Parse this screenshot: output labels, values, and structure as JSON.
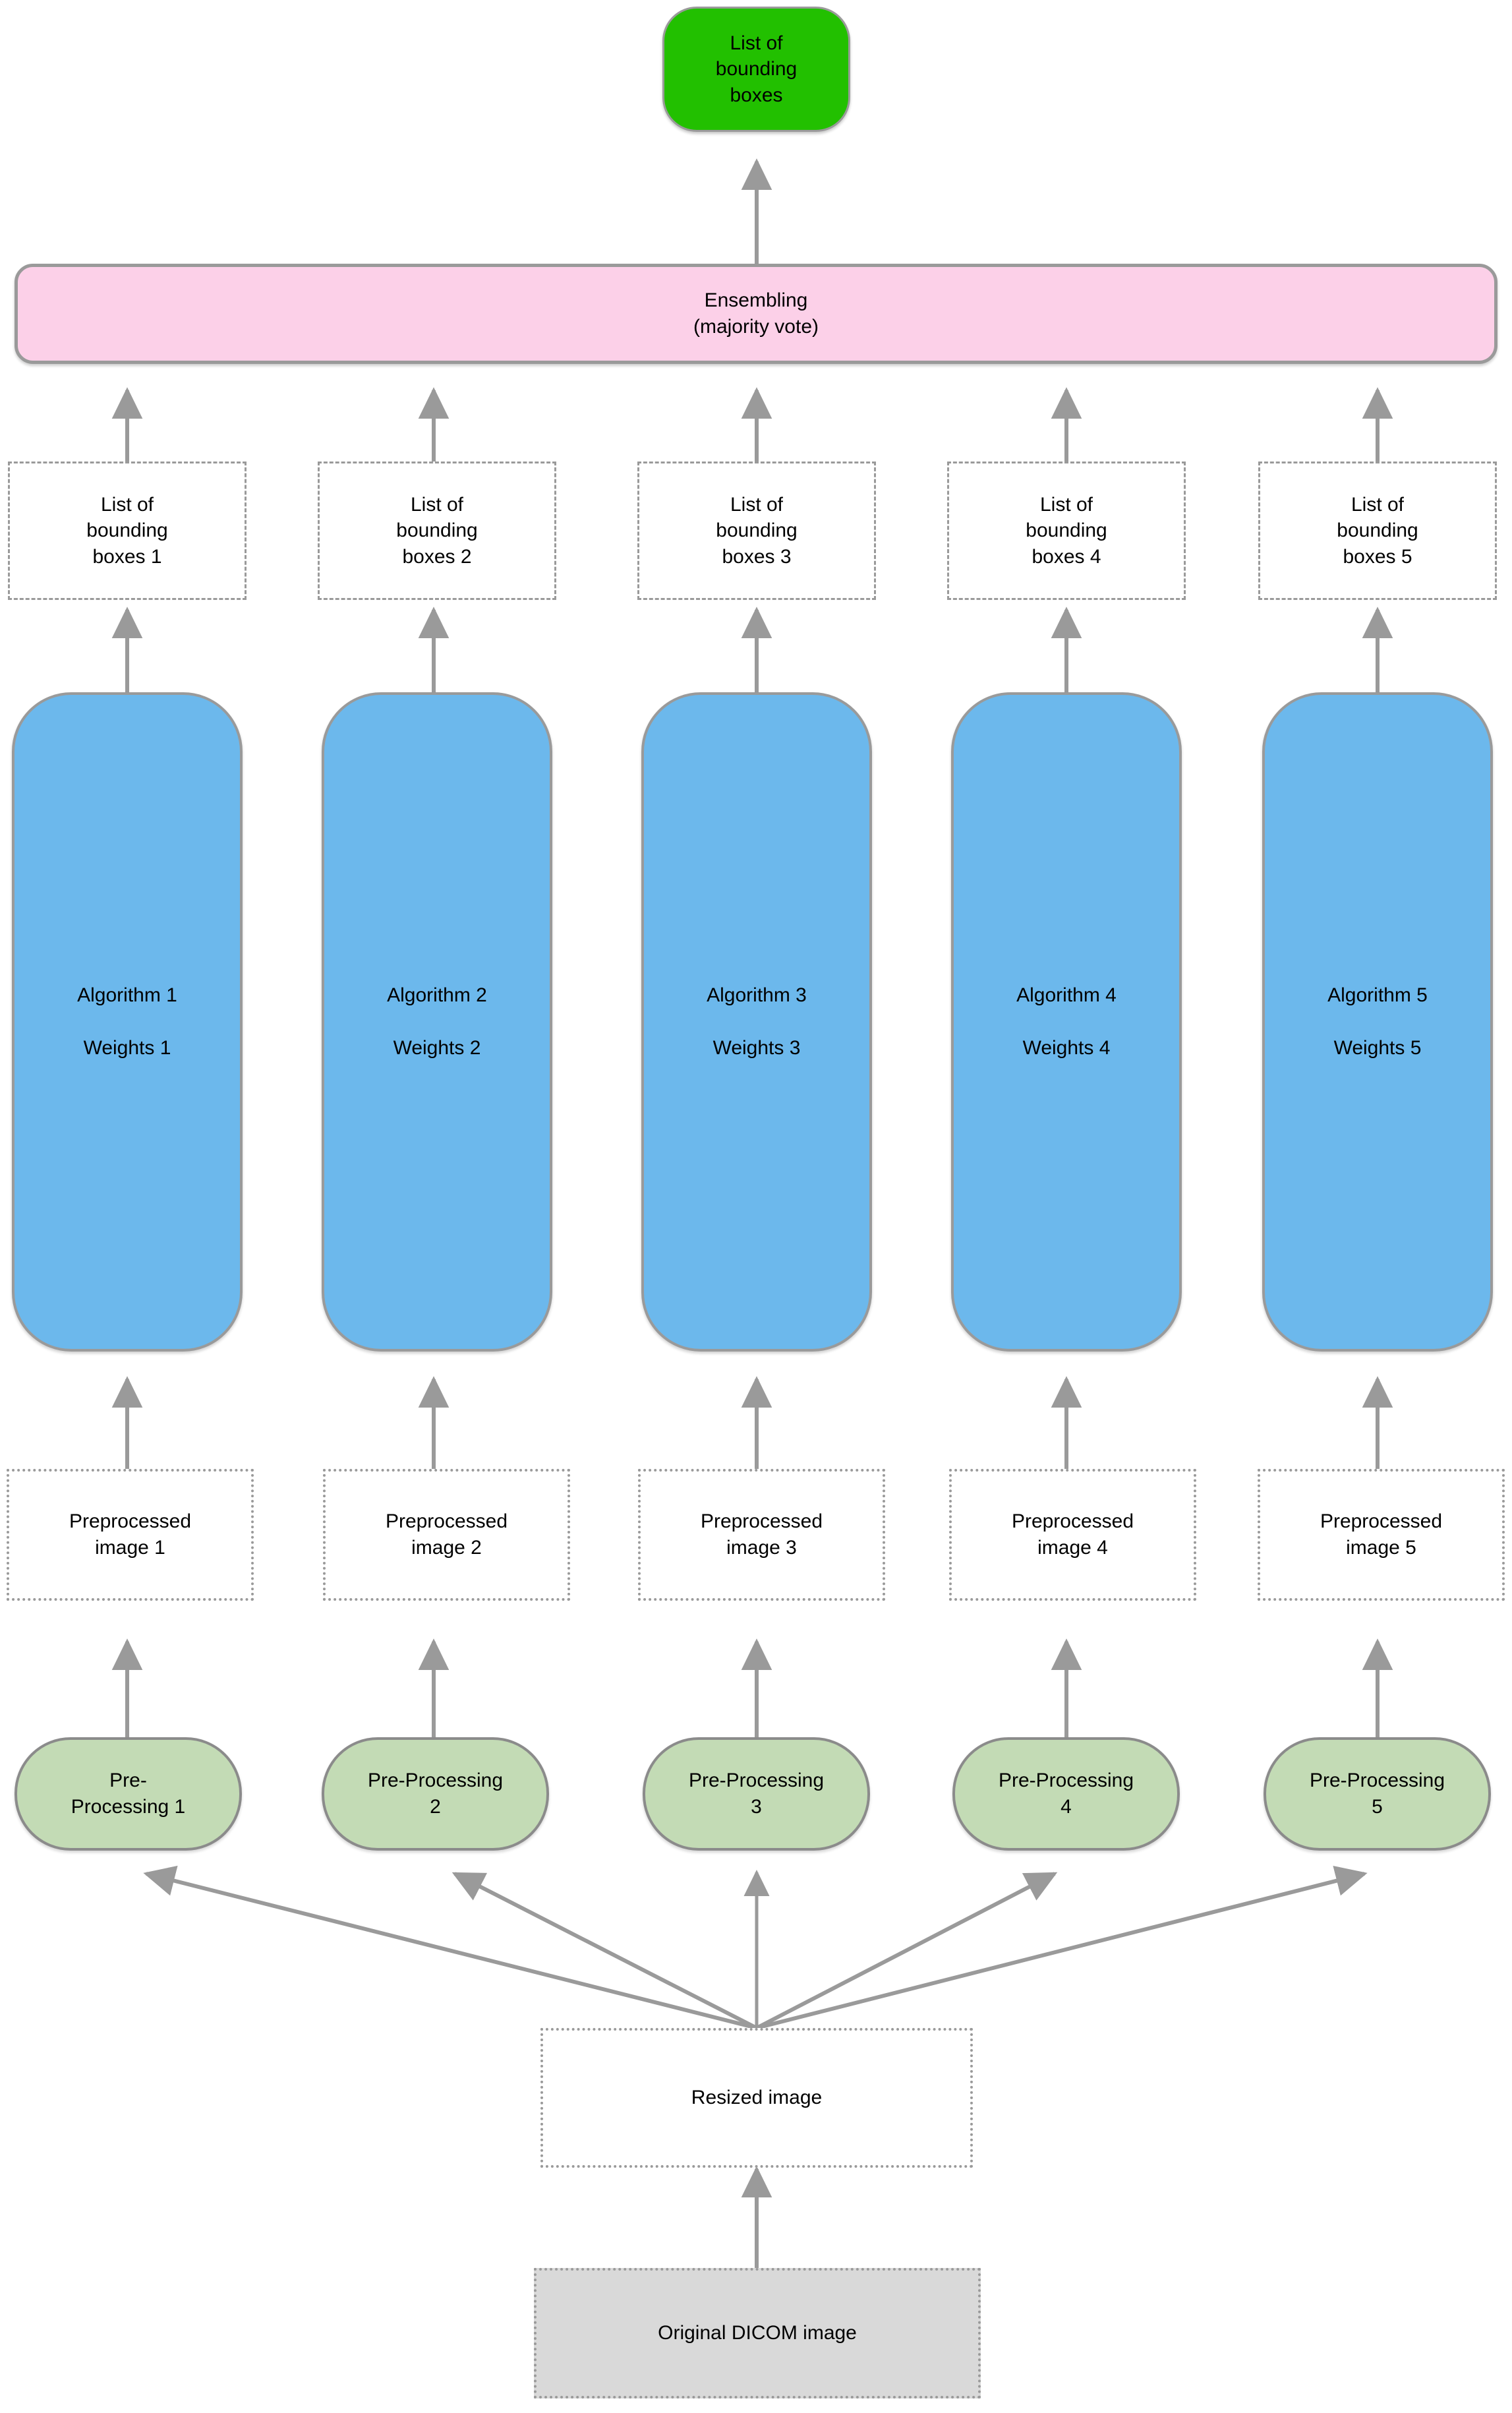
{
  "diagram": {
    "title": "Ensemble object detection pipeline for DICOM images",
    "colors": {
      "green_terminal": "#22c000",
      "pink_ensembling": "#fcd0e8",
      "blue_algorithm": "#6cb8ec",
      "green_preprocessing": "#c3dbb5",
      "gray_source": "#d9d9d9",
      "stroke": "#9a9a9a",
      "text": "#000000"
    },
    "output_node": {
      "label_line1": "List of",
      "label_line2": "bounding",
      "label_line3": "boxes"
    },
    "ensembling_node": {
      "label_line1": "Ensembling",
      "label_line2": "(majority vote)"
    },
    "bounding_box_lists": [
      {
        "line1": "List of",
        "line2": "bounding",
        "line3": "boxes 1"
      },
      {
        "line1": "List of",
        "line2": "bounding",
        "line3": "boxes 2"
      },
      {
        "line1": "List of",
        "line2": "bounding",
        "line3": "boxes 3"
      },
      {
        "line1": "List of",
        "line2": "bounding",
        "line3": "boxes 4"
      },
      {
        "line1": "List of",
        "line2": "bounding",
        "line3": "boxes 5"
      }
    ],
    "algorithms": [
      {
        "algorithm": "Algorithm 1",
        "weights": "Weights 1"
      },
      {
        "algorithm": "Algorithm 2",
        "weights": "Weights 2"
      },
      {
        "algorithm": "Algorithm 3",
        "weights": "Weights 3"
      },
      {
        "algorithm": "Algorithm 4",
        "weights": "Weights 4"
      },
      {
        "algorithm": "Algorithm 5",
        "weights": "Weights 5"
      }
    ],
    "preprocessed_images": [
      {
        "line1": "Preprocessed",
        "line2": "image 1"
      },
      {
        "line1": "Preprocessed",
        "line2": "image 2"
      },
      {
        "line1": "Preprocessed",
        "line2": "image 3"
      },
      {
        "line1": "Preprocessed",
        "line2": "image 4"
      },
      {
        "line1": "Preprocessed",
        "line2": "image 5"
      }
    ],
    "preprocessing_steps": [
      {
        "line1": "Pre-",
        "line2": "Processing 1"
      },
      {
        "line1": "Pre-Processing",
        "line2": "2"
      },
      {
        "line1": "Pre-Processing",
        "line2": "3"
      },
      {
        "line1": "Pre-Processing",
        "line2": "4"
      },
      {
        "line1": "Pre-Processing",
        "line2": "5"
      }
    ],
    "resized_image": {
      "label": "Resized image"
    },
    "source_image": {
      "label": "Original DICOM image"
    }
  }
}
